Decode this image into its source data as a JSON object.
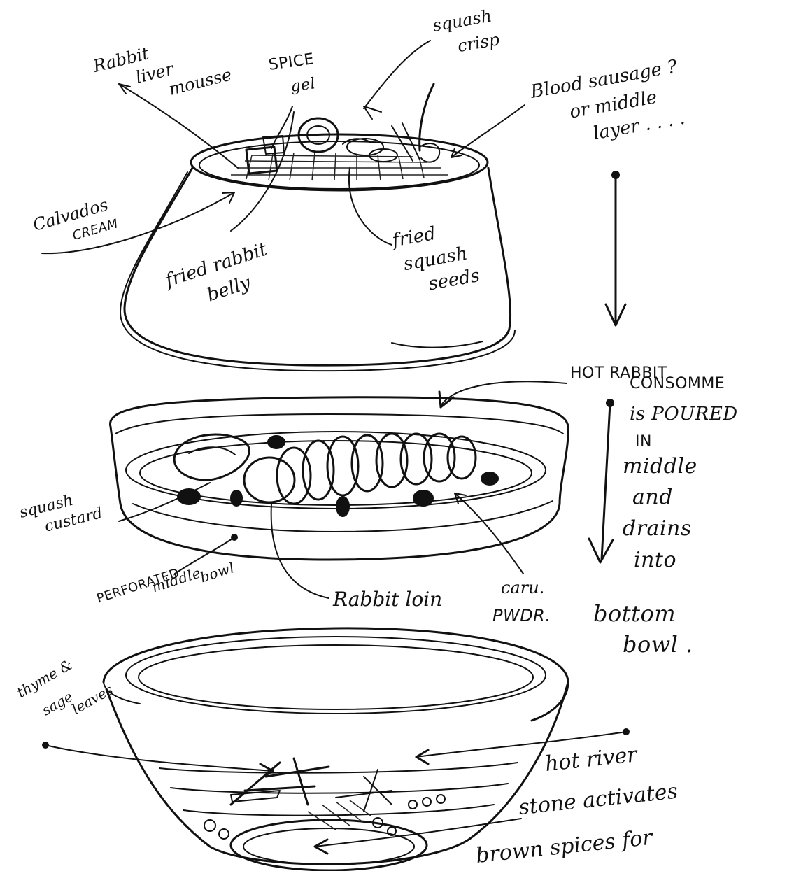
{
  "labels": {
    "rabbit_liver_mousse": [
      "Rabbit",
      "liver",
      "mousse"
    ],
    "spice_gel": [
      "SPICE",
      "gel"
    ],
    "squash_crisp": [
      "squash",
      "crisp"
    ],
    "blood_sausage": [
      "Blood sausage ?",
      "or middle",
      "layer . . . ."
    ],
    "calvados_cream": [
      "Calvados",
      "CREAM"
    ],
    "fried_rabbit_belly": [
      "fried rabbit",
      "belly"
    ],
    "fried_squash_seeds": [
      "fried",
      "squash",
      "seeds"
    ],
    "hot_rabbit_consomme": [
      "HOT RABBIT",
      "CONSOMME",
      "is POURED",
      "IN",
      "middle",
      "and",
      "drains",
      "into",
      "bottom",
      "bowl ."
    ],
    "squash_custard": [
      "squash",
      "custard"
    ],
    "perforated_middle_bowl": [
      "PERFORATED",
      "middle",
      "bowl"
    ],
    "rabbit_loin": "Rabbit loin",
    "caramelized_pwdr": [
      "caru.",
      "PWDR."
    ],
    "thyme_sage_leaves": [
      "thyme &",
      "sage",
      "leaves"
    ],
    "hot_river_stone": [
      "hot river",
      "stone activates",
      "brown spices for"
    ]
  }
}
